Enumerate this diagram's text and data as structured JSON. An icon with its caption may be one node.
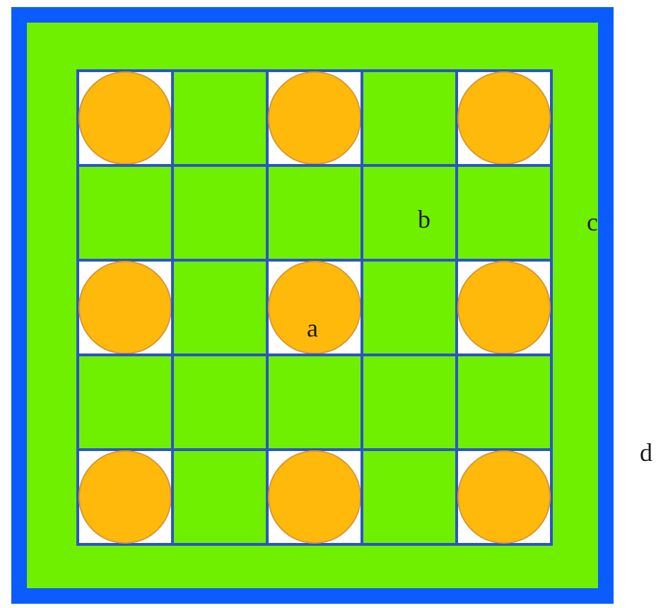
{
  "diagram": {
    "labels": [
      "b",
      "c",
      "a",
      "d"
    ]
  }
}
